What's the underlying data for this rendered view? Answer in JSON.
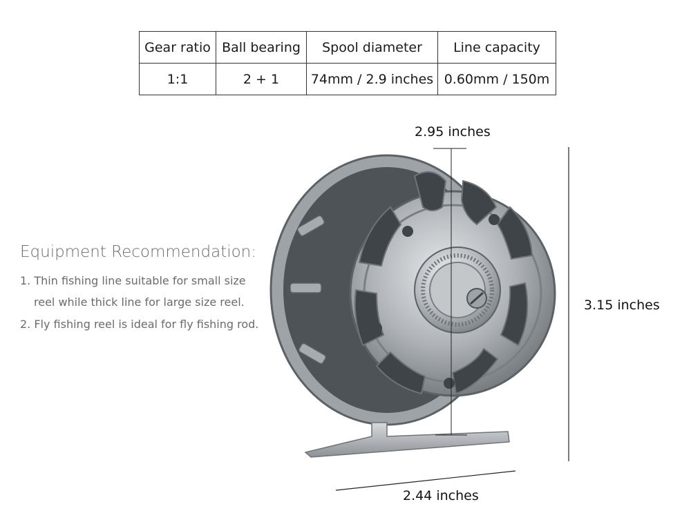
{
  "specs": {
    "headers": [
      "Gear ratio",
      "Ball bearing",
      "Spool diameter",
      "Line capacity"
    ],
    "values": [
      "1:1",
      "2 + 1",
      "74mm / 2.9 inches",
      "0.60mm / 150m"
    ]
  },
  "recommendation": {
    "title": "Equipment Recommendation:",
    "lines": [
      "1. Thin fishing line suitable for small size",
      "reel while thick line for large size reel.",
      "2. Fly fishing reel is ideal for fly fishing rod."
    ]
  },
  "dimensions": {
    "width": "2.95 inches",
    "height": "3.15 inches",
    "depth": "2.44 inches"
  },
  "colors": {
    "reel_metal": "#a9adb1",
    "reel_dark": "#5c6166",
    "text_gray": "#6b6b6b"
  }
}
